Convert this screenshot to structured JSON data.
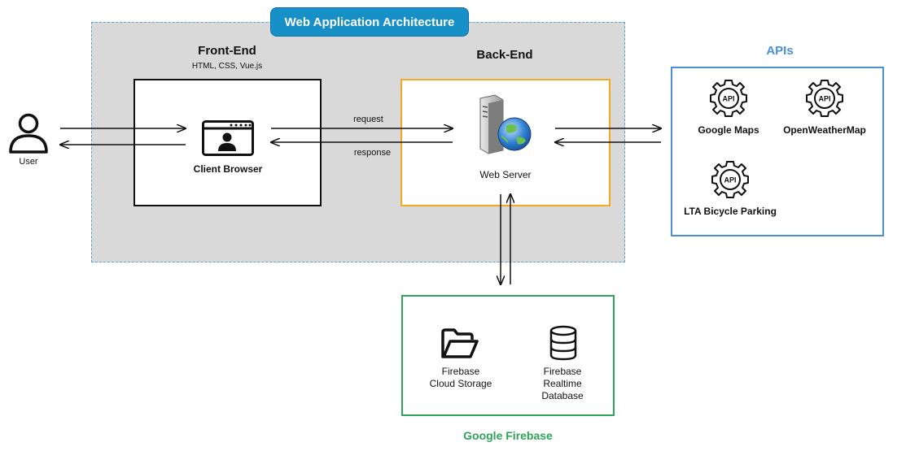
{
  "title": "Web Application Architecture",
  "user": {
    "label": "User"
  },
  "frontend": {
    "heading": "Front-End",
    "tech": "HTML, CSS, Vue.js",
    "component": "Client Browser"
  },
  "backend": {
    "heading": "Back-End",
    "component": "Web Server"
  },
  "edges": {
    "request": "request",
    "response": "response"
  },
  "apis": {
    "heading": "APIs",
    "icon_label": "API",
    "items": [
      "Google Maps",
      "OpenWeatherMap",
      "LTA Bicycle Parking"
    ]
  },
  "firebase": {
    "heading": "Google Firebase",
    "storage": [
      "Firebase",
      "Cloud Storage"
    ],
    "database": [
      "Firebase",
      "Realtime",
      "Database"
    ]
  },
  "colors": {
    "title_bg": "#1790c8",
    "backend_border": "#f5a623",
    "apis": "#4a90d9",
    "firebase": "#2fa35a"
  }
}
